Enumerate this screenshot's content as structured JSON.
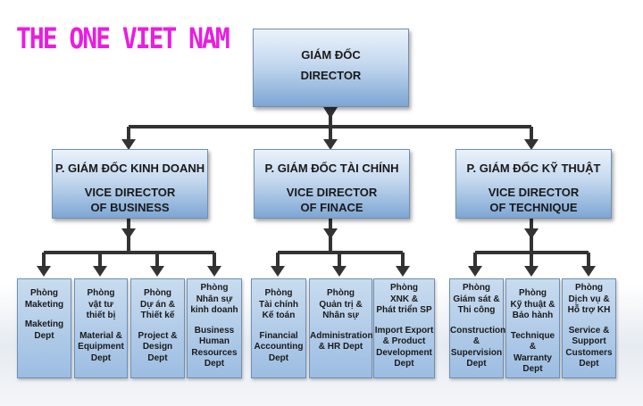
{
  "logo": "THE ONE VIET NAM",
  "director": {
    "vi": "GIÁM ĐỐC",
    "en": "DIRECTOR"
  },
  "vps": [
    {
      "vi": "P. GIÁM ĐỐC KINH DOANH",
      "en1": "VICE DIRECTOR",
      "en2": "OF BUSINESS"
    },
    {
      "vi": "P. GIÁM ĐỐC TÀI CHÍNH",
      "en1": "VICE DIRECTOR",
      "en2": "OF FINACE"
    },
    {
      "vi": "P. GIÁM ĐỐC KỸ THUẬT",
      "en1": "VICE DIRECTOR",
      "en2": "OF TECHNIQUE"
    }
  ],
  "depts": [
    {
      "vi": [
        "Phòng",
        "Maketing"
      ],
      "en": [
        "Maketing",
        "Dept"
      ]
    },
    {
      "vi": [
        "Phòng",
        "vật tư",
        "thiết bị"
      ],
      "en": [
        "Material &",
        "Equipment",
        "Dept"
      ]
    },
    {
      "vi": [
        "Phòng",
        "Dự án &",
        "Thiết kế"
      ],
      "en": [
        "Project &",
        "Design",
        "Dept"
      ]
    },
    {
      "vi": [
        "Phòng",
        "Nhân sự",
        "kinh doanh"
      ],
      "en": [
        "Business",
        "Human",
        "Resources",
        "Dept"
      ]
    },
    {
      "vi": [
        "Phòng",
        "Tài chính",
        "Kế toán"
      ],
      "en": [
        "Financial",
        "Accounting",
        "Dept"
      ]
    },
    {
      "vi": [
        "Phòng",
        "Quản trị &",
        "Nhân sự"
      ],
      "en": [
        "Administration",
        "& HR Dept"
      ]
    },
    {
      "vi": [
        "Phòng",
        "XNK &",
        "Phát triển SP"
      ],
      "en": [
        "Import Export",
        "& Product",
        "Development",
        "Dept"
      ]
    },
    {
      "vi": [
        "Phòng",
        "Giám sát &",
        "Thi công"
      ],
      "en": [
        "Construction",
        "&",
        "Supervision",
        "Dept"
      ]
    },
    {
      "vi": [
        "Phòng",
        "Kỹ thuật &",
        "Bảo hành"
      ],
      "en": [
        "Technique &",
        "Warranty",
        "Dept"
      ]
    },
    {
      "vi": [
        "Phòng",
        "Dịch vụ &",
        "Hỗ trợ KH"
      ],
      "en": [
        "Service &",
        "Support",
        "Customers",
        "Dept"
      ]
    }
  ]
}
